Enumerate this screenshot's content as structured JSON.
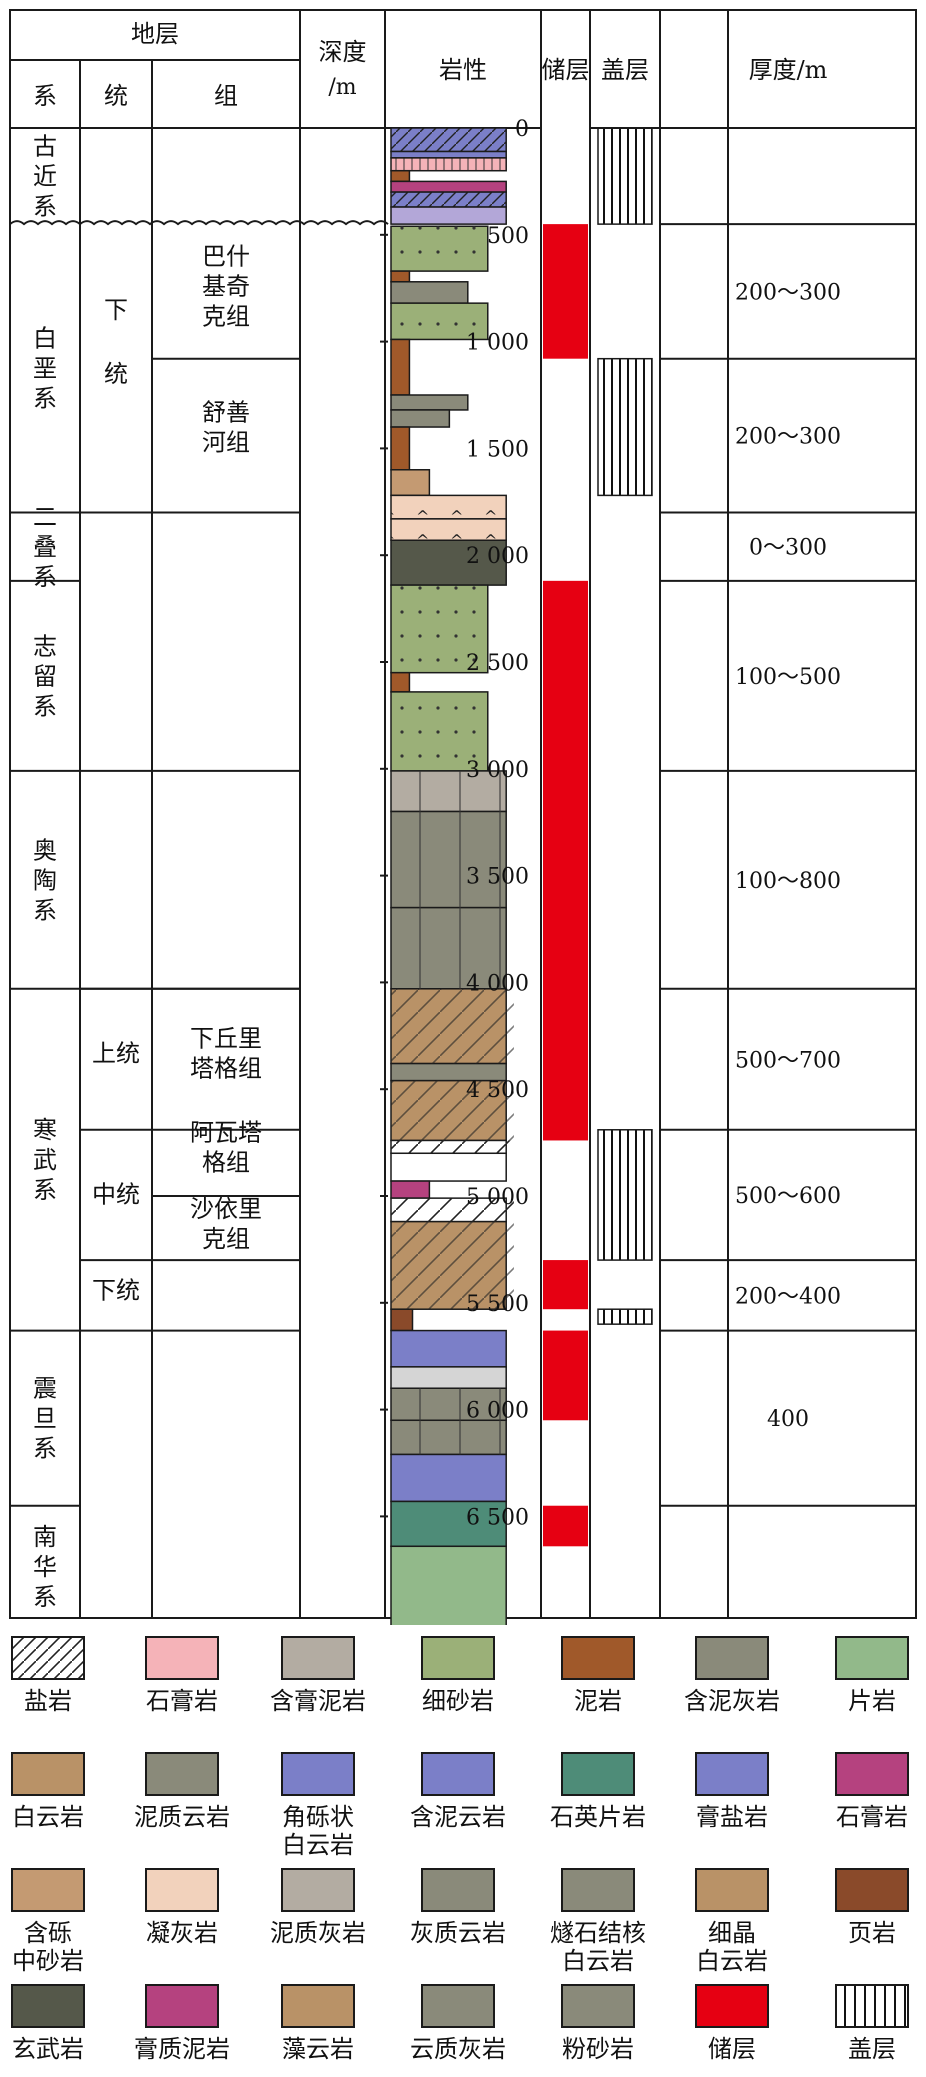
{
  "header": {
    "strata": "地层",
    "system": "系",
    "series": "统",
    "formation": "组",
    "depth": "深度",
    "depth_unit": "/m",
    "lithology": "岩性",
    "reservoir": "储层",
    "caprock": "盖层",
    "thickness": "厚度/m"
  },
  "depth_ticks": [
    "0",
    "500",
    "1 000",
    "1 500",
    "2 000",
    "2 500",
    "3 000",
    "3 500",
    "4 000",
    "4 500",
    "5 000",
    "5 500",
    "6 000",
    "6 500"
  ],
  "systems": [
    {
      "lines": [
        "古",
        "近",
        "系"
      ]
    },
    {
      "lines": [
        "白",
        "垩",
        "系"
      ]
    },
    {
      "lines": [
        "二",
        "叠",
        "系"
      ]
    },
    {
      "lines": [
        "志",
        "留",
        "系"
      ]
    },
    {
      "lines": [
        "奥",
        "陶",
        "系"
      ]
    },
    {
      "lines": [
        "寒",
        "武",
        "系"
      ]
    },
    {
      "lines": [
        "震",
        "旦",
        "系"
      ]
    },
    {
      "lines": [
        "南",
        "华",
        "系"
      ]
    }
  ],
  "series": [
    {
      "lines": [
        "下",
        "统"
      ]
    },
    {
      "lines": [
        "上统"
      ]
    },
    {
      "lines": [
        "中统"
      ]
    },
    {
      "lines": [
        "下统"
      ]
    }
  ],
  "formations": [
    {
      "lines": [
        "巴什",
        "基奇",
        "克组"
      ]
    },
    {
      "lines": [
        "舒善",
        "河组"
      ]
    },
    {
      "lines": [
        "下丘里",
        "塔格组"
      ]
    },
    {
      "lines": [
        "阿瓦塔",
        "格组"
      ]
    },
    {
      "lines": [
        "沙依里",
        "克组"
      ]
    }
  ],
  "thickness": [
    "200～300",
    "200～300",
    "0～300",
    "100～500",
    "100～800",
    "500～700",
    "500～600",
    "200～400",
    "400"
  ],
  "colors": {
    "reservoir": "#e60012",
    "grid": "#1a1a1a",
    "fine_sandstone": "#9bb078",
    "mudstone": "#a0592a",
    "argillaceous_limestone": "#8a8a7a",
    "dolomite": "#b99267",
    "dolomite_blue": "#7b7fc8",
    "basalt": "#55584a",
    "schist": "#92b98a",
    "quartz_schist": "#4e8c78",
    "gypsum": "#f5b3b8",
    "gypsum_mudstone": "#b5427f",
    "tuff": "#f2d2bc",
    "gravel_sandstone": "#c49a72"
  },
  "legend": [
    {
      "key": "salt",
      "label": [
        "盐岩"
      ]
    },
    {
      "key": "gypsum",
      "label": [
        "石膏岩"
      ]
    },
    {
      "key": "gyp_mud",
      "label": [
        "含膏泥岩"
      ]
    },
    {
      "key": "fine_sand",
      "label": [
        "细砂岩"
      ]
    },
    {
      "key": "mud",
      "label": [
        "泥岩"
      ]
    },
    {
      "key": "mud_lime",
      "label": [
        "含泥灰岩"
      ]
    },
    {
      "key": "schist",
      "label": [
        "片岩"
      ]
    },
    {
      "key": "dolo",
      "label": [
        "白云岩"
      ]
    },
    {
      "key": "mud_dolo",
      "label": [
        "泥质云岩"
      ]
    },
    {
      "key": "brec_dolo",
      "label": [
        "角砾状",
        "白云岩"
      ]
    },
    {
      "key": "mud_dolo2",
      "label": [
        "含泥云岩"
      ]
    },
    {
      "key": "qtz_schist",
      "label": [
        "石英片岩"
      ]
    },
    {
      "key": "gyp_salt",
      "label": [
        "膏盐岩"
      ]
    },
    {
      "key": "gypsum2",
      "label": [
        "石膏岩"
      ]
    },
    {
      "key": "gravel_sand",
      "label": [
        "含砾",
        "中砂岩"
      ]
    },
    {
      "key": "tuff",
      "label": [
        "凝灰岩"
      ]
    },
    {
      "key": "arg_lime",
      "label": [
        "泥质灰岩"
      ]
    },
    {
      "key": "lime_dolo",
      "label": [
        "灰质云岩"
      ]
    },
    {
      "key": "chert_dolo",
      "label": [
        "燧石结核",
        "白云岩"
      ]
    },
    {
      "key": "fine_dolo",
      "label": [
        "细晶",
        "白云岩"
      ]
    },
    {
      "key": "shale",
      "label": [
        "页岩"
      ]
    },
    {
      "key": "basalt",
      "label": [
        "玄武岩"
      ]
    },
    {
      "key": "gyp_mud2",
      "label": [
        "膏质泥岩"
      ]
    },
    {
      "key": "algal_dolo",
      "label": [
        "藻云岩"
      ]
    },
    {
      "key": "dolo_lime",
      "label": [
        "云质灰岩"
      ]
    },
    {
      "key": "silt",
      "label": [
        "粉砂岩"
      ]
    },
    {
      "key": "reservoir",
      "label": [
        "储层"
      ]
    },
    {
      "key": "caprock",
      "label": [
        "盖层"
      ]
    }
  ]
}
